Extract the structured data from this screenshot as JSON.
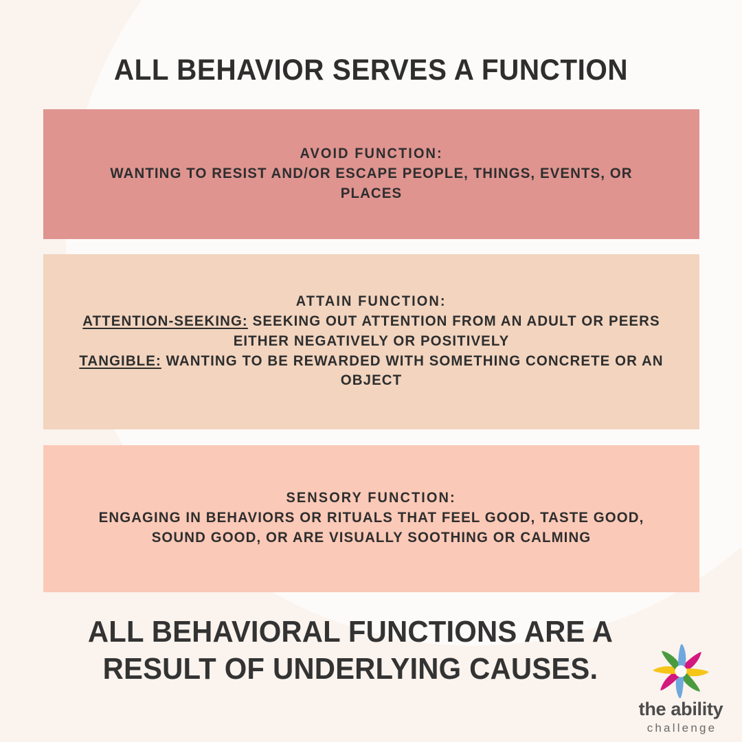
{
  "page": {
    "title": "ALL BEHAVIOR SERVES A FUNCTION",
    "closing_statement": "ALL BEHAVIORAL FUNCTIONS ARE A RESULT OF UNDERLYING CAUSES.",
    "background_color": "#FAF3EE",
    "circle_color": "#FDFBF9",
    "text_color": "#2E2E2E"
  },
  "blocks": [
    {
      "id": "avoid",
      "heading": "AVOID FUNCTION:",
      "body": "WANTING TO RESIST AND/OR ESCAPE PEOPLE, THINGS, EVENTS, OR PLACES",
      "color": "#DF9490"
    },
    {
      "id": "attain",
      "heading": "ATTAIN FUNCTION:",
      "color": "#F2D4BF",
      "entries": [
        {
          "term": "ATTENTION-SEEKING:",
          "definition": " SEEKING OUT ATTENTION FROM AN ADULT OR PEERS EITHER NEGATIVELY OR POSITIVELY"
        },
        {
          "term": "TANGIBLE:",
          "definition": " WANTING TO BE REWARDED WITH SOMETHING CONCRETE OR AN OBJECT"
        }
      ]
    },
    {
      "id": "sensory",
      "heading": "SENSORY FUNCTION:",
      "body": "ENGAGING IN BEHAVIORS OR RITUALS THAT FEEL GOOD, TASTE GOOD, SOUND GOOD, OR ARE VISUALLY SOOTHING OR CALMING",
      "color": "#FBC9B7"
    }
  ],
  "logo": {
    "mark": "pinwheel-flower-icon",
    "word": "the ability",
    "sub": "challenge",
    "petal_colors": [
      "#D3187E",
      "#F5C518",
      "#4A9B3F",
      "#6FA8DC",
      "#D3187E",
      "#F5C518",
      "#4A9B3F",
      "#6FA8DC"
    ]
  }
}
